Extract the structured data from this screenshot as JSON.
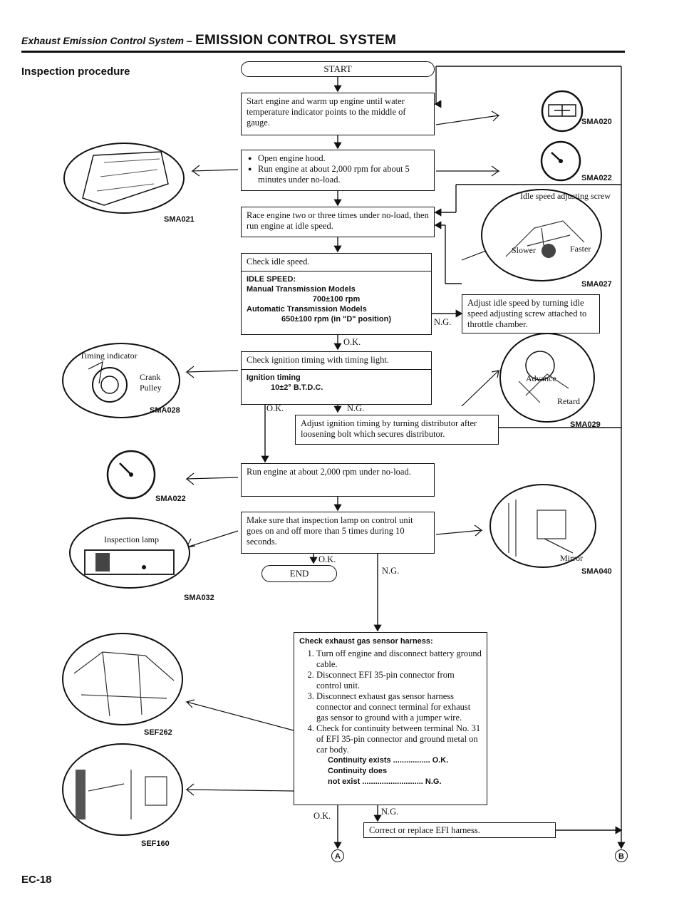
{
  "header": {
    "section_italic": "Exhaust Emission Control System –",
    "title": "EMISSION CONTROL SYSTEM"
  },
  "section_title": "Inspection procedure",
  "flow": {
    "start": "START",
    "step1": "Start engine and warm up engine until water temperature indicator points to the middle of gauge.",
    "step2_items": [
      "Open engine hood.",
      "Run engine at about 2,000 rpm for about 5 minutes under no-load."
    ],
    "step3": "Race engine two or three times under no-load, then run engine at idle speed.",
    "step4": {
      "title": "Check idle speed.",
      "spec_heading": "IDLE SPEED:",
      "manual_label": "Manual Transmission Models",
      "manual_value": "700±100 rpm",
      "auto_label": "Automatic Transmission Models",
      "auto_value": "650±100 rpm (in \"D\" position)"
    },
    "adjust_idle": "Adjust idle speed by turning idle speed adjusting screw attached to throttle chamber.",
    "step5": {
      "title": "Check ignition timing with timing light.",
      "spec_heading": "Ignition timing",
      "spec_value": "10±2° B.T.D.C."
    },
    "adjust_timing": "Adjust ignition timing by turning distributor after loosening bolt which secures distributor.",
    "step6": "Run engine at about 2,000 rpm under no-load.",
    "step7": "Make sure that inspection lamp on control unit goes on and off more than 5 times during 10 seconds.",
    "end": "END",
    "check_harness": {
      "title": "Check exhaust gas sensor harness:",
      "items": [
        "Turn off engine and disconnect battery ground cable.",
        "Disconnect EFI 35-pin connector from control unit.",
        "Disconnect exhaust gas sensor harness connector and connect terminal for exhaust gas sensor to ground with a jumper wire.",
        "Check for continuity between terminal No. 31 of EFI 35-pin connector and ground metal on car body."
      ],
      "result1": "Continuity exists ................. O.K.",
      "result2a": "Continuity does",
      "result2b": "not exist ............................ N.G."
    },
    "correct": "Correct or replace EFI harness."
  },
  "labels": {
    "ok": "O.K.",
    "ng": "N.G.",
    "circle_a": "A",
    "circle_b": "B"
  },
  "illustrations": {
    "sma020": "SMA020",
    "sma022": "SMA022",
    "sma021": "SMA021",
    "sma027": "SMA027",
    "idle_screw": "Idle speed adjusting screw",
    "slower": "Slower",
    "faster": "Faster",
    "sma028": "SMA028",
    "timing_indicator": "Timing indicator",
    "crank_pulley": "Crank Pulley",
    "sma029": "SMA029",
    "advance": "Advance",
    "retard": "Retard",
    "sma022b": "SMA022",
    "sma032": "SMA032",
    "inspection_lamp": "Inspection lamp",
    "sma040": "SMA040",
    "mirror": "Mirror",
    "sef262": "SEF262",
    "sef160": "SEF160"
  },
  "footer": "EC-18"
}
